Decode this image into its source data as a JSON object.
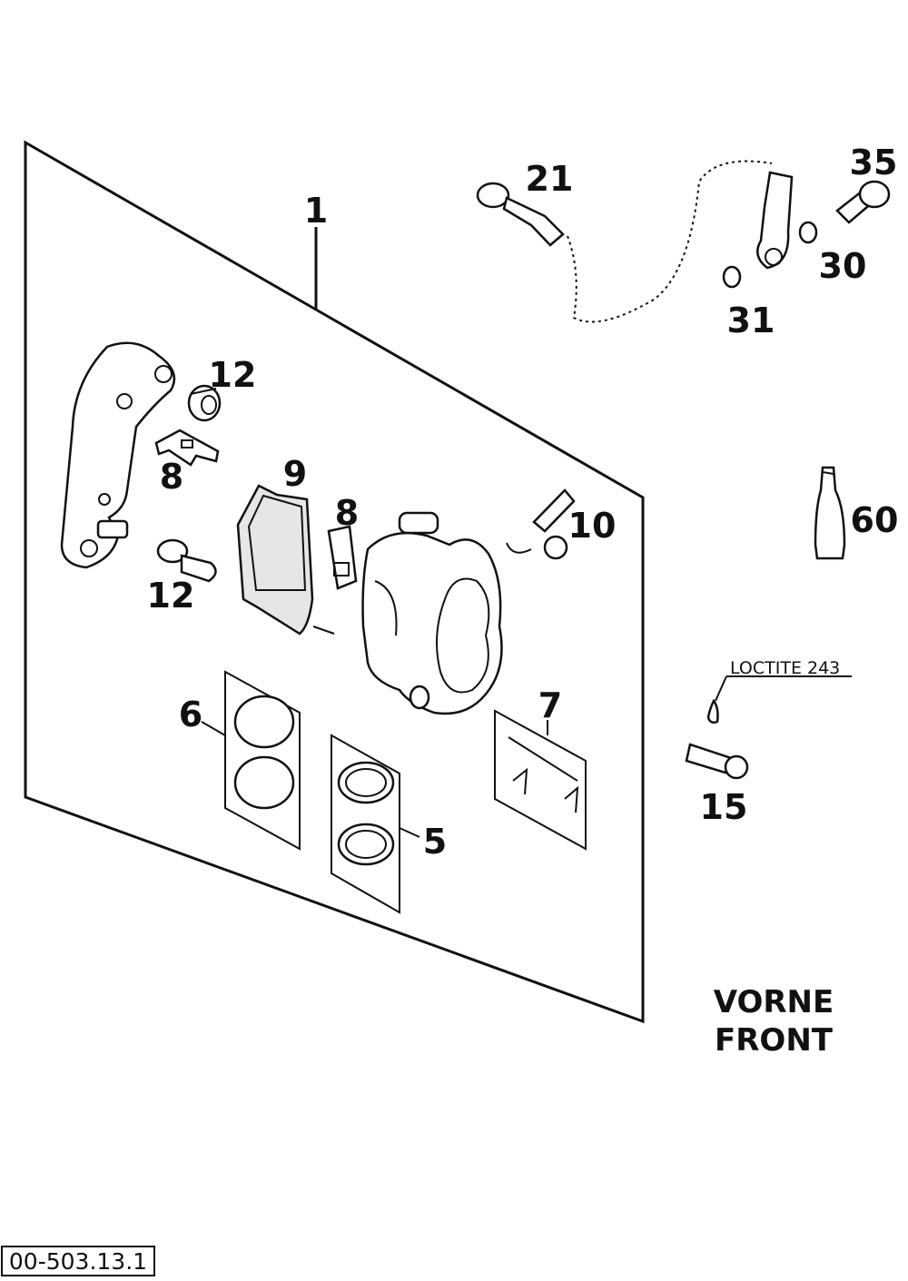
{
  "labels": {
    "p1": "1",
    "p5": "5",
    "p6": "6",
    "p7": "7",
    "p8a": "8",
    "p8b": "8",
    "p9": "9",
    "p10": "10",
    "p12a": "12",
    "p12b": "12",
    "p15": "15",
    "p21": "21",
    "p30": "30",
    "p31": "31",
    "p35": "35",
    "p60": "60"
  },
  "note": "LOCTITE 243",
  "section": {
    "line1": "VORNE",
    "line2": "FRONT"
  },
  "reference": "00-503.13.1"
}
